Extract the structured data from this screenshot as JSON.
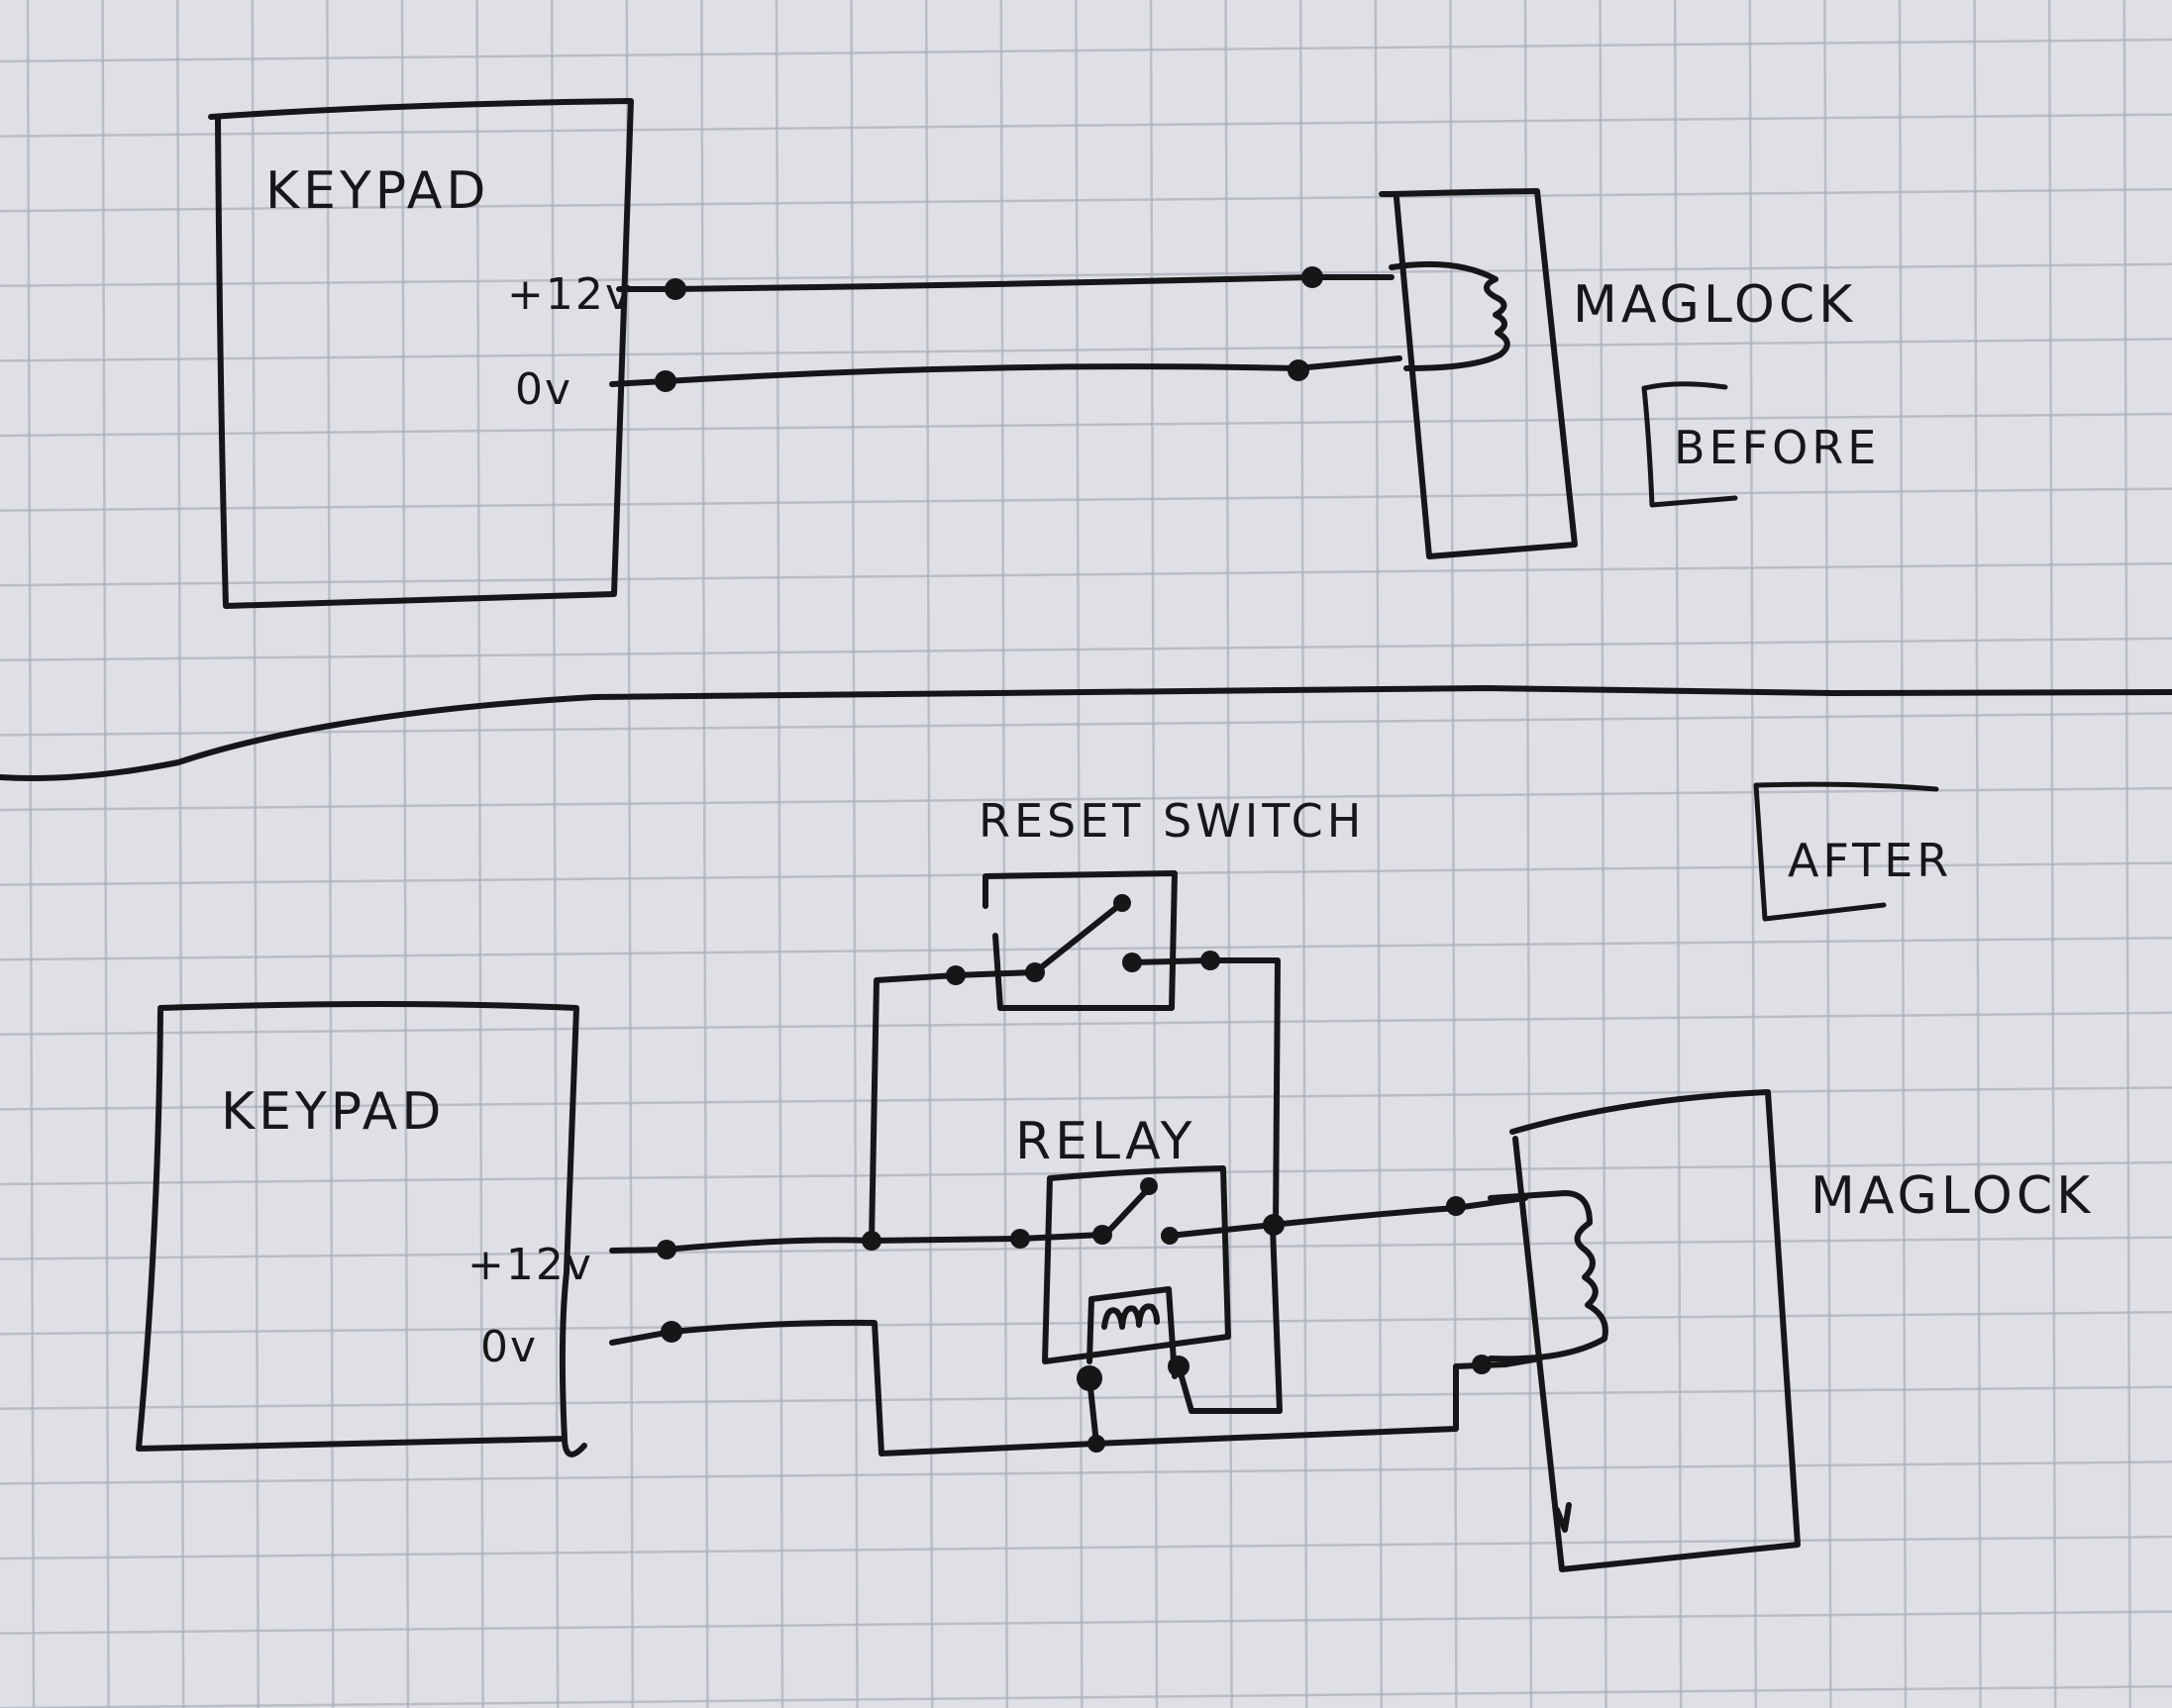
{
  "diagram": {
    "kind": "hand-drawn wiring diagram on graph paper",
    "paper_color": "#dfe0e6",
    "grid_color": "#aeb0bd",
    "ink_color": "#151618",
    "before": {
      "section_label": "BEFORE",
      "keypad": {
        "label": "KEYPAD",
        "terminals": {
          "positive": "+12v",
          "ground": "0v"
        }
      },
      "maglock": {
        "label": "MAGLOCK"
      },
      "connections": [
        {
          "from": "keypad.+12v",
          "to": "maglock.coil_top"
        },
        {
          "from": "keypad.0v",
          "to": "maglock.coil_bottom"
        }
      ]
    },
    "after": {
      "section_label": "AFTER",
      "keypad": {
        "label": "KEYPAD",
        "terminals": {
          "positive": "+12v",
          "ground": "0v"
        }
      },
      "reset_switch": {
        "label": "RESET SWITCH"
      },
      "relay": {
        "label": "RELAY"
      },
      "maglock": {
        "label": "MAGLOCK"
      },
      "connections": [
        {
          "from": "keypad.+12v",
          "to": "relay.common"
        },
        {
          "from": "keypad.+12v",
          "to": "reset_switch.in"
        },
        {
          "from": "reset_switch.out",
          "to": "relay.no_contact"
        },
        {
          "from": "relay.no_contact",
          "to": "maglock.coil_top"
        },
        {
          "from": "relay.no_contact",
          "to": "relay.coil_b"
        },
        {
          "from": "keypad.0v",
          "to": "relay.coil_a"
        },
        {
          "from": "relay.coil_a",
          "to": "maglock.coil_bottom"
        }
      ]
    }
  }
}
